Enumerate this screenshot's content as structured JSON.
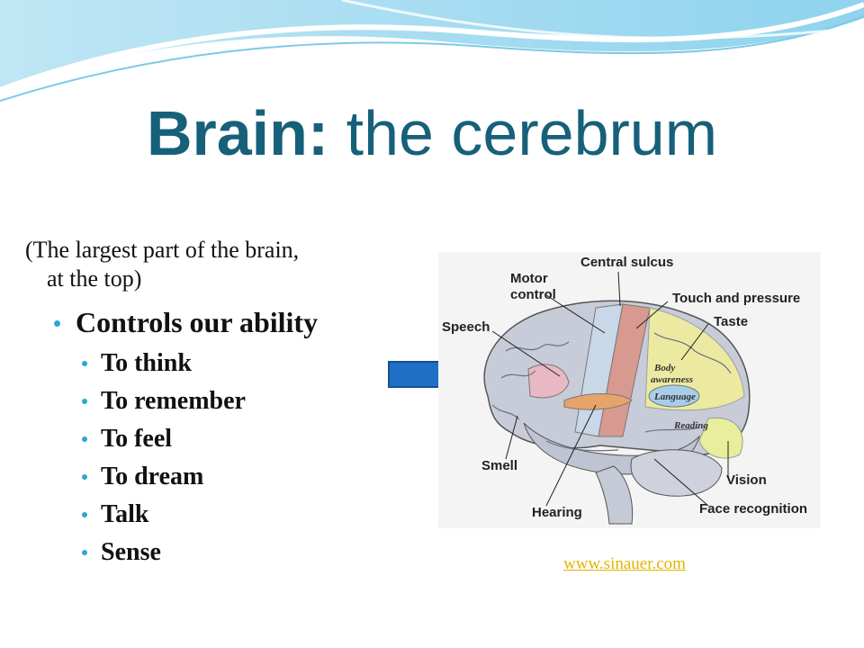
{
  "slide": {
    "title_bold": "Brain:",
    "title_rest": " the cerebrum",
    "intro_line1": "(The largest part of the brain,",
    "intro_line2": "at the top)",
    "main_bullet": "Controls our ability",
    "sub_bullets": [
      "To think",
      "To remember",
      "To feel",
      "To dream",
      "Talk",
      "Sense"
    ],
    "credit_link": "www.sinauer.com"
  },
  "diagram": {
    "labels": {
      "central_sulcus": "Central sulcus",
      "motor_1": "Motor",
      "motor_2": "control",
      "touch": "Touch and pressure",
      "taste": "Taste",
      "speech": "Speech",
      "smell": "Smell",
      "hearing": "Hearing",
      "vision": "Vision",
      "face": "Face recognition",
      "body_1": "Body",
      "body_2": "awareness",
      "language": "Language",
      "reading": "Reading"
    }
  },
  "colors": {
    "title": "#17607a",
    "bullet_dot": "#2aa8d0",
    "arrow": "#1f6fc6",
    "credit": "#e2b400"
  }
}
